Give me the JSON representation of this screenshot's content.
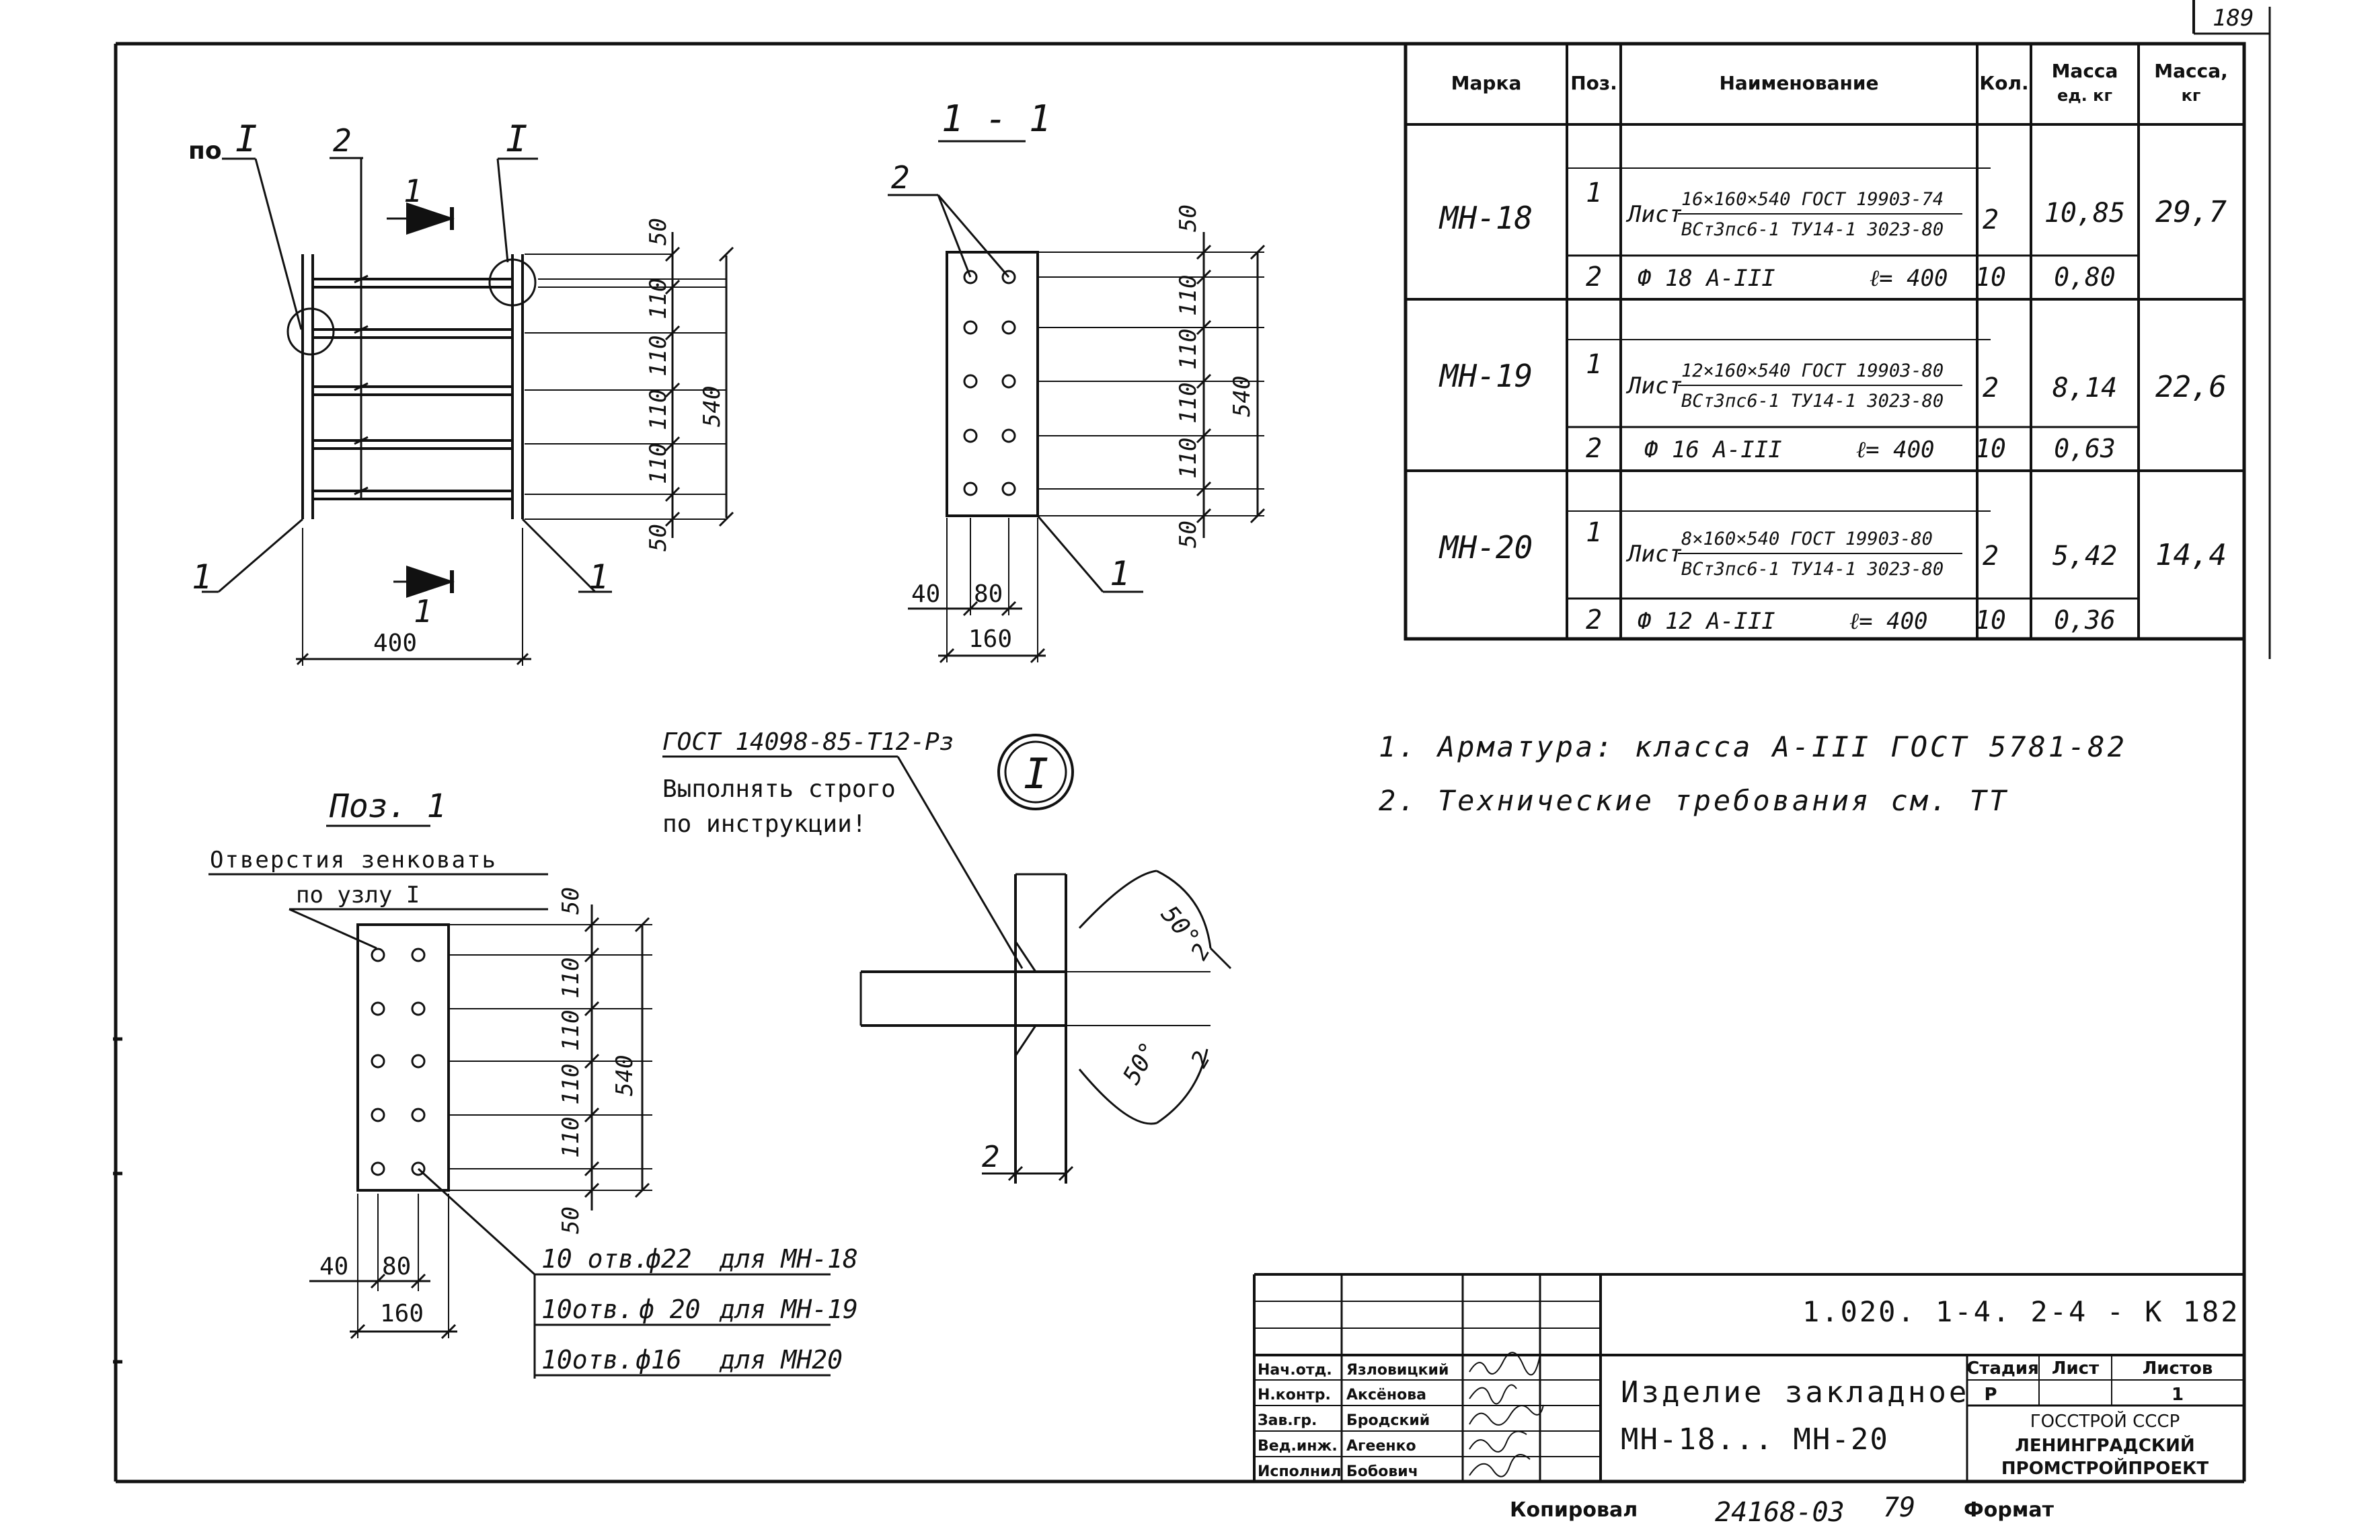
{
  "sheet_number": "189",
  "views": {
    "plan": {
      "callout_ref": "по",
      "callout_node": "I",
      "node_label": "I",
      "pos_label_top": "2",
      "section_mark": "1",
      "pos_label_left": "1",
      "pos_label_right": "1",
      "dims": [
        "50",
        "110",
        "110",
        "110",
        "110",
        "50"
      ],
      "dim_total": "540",
      "width": "400"
    },
    "section": {
      "title": "1 - 1",
      "pos_label_top": "2",
      "pos_label_bottom": "1",
      "dims": [
        "50",
        "110",
        "110",
        "110",
        "110",
        "50"
      ],
      "dim_total": "540",
      "edge": "40",
      "inner": "80",
      "width": "160"
    },
    "detail": {
      "weld_code": "ГОСТ 14098-85-Т12-Рз",
      "note_line1": "Выполнять строго",
      "note_line2": "по инструкции!",
      "node_symbol": "I",
      "angle_top": "50°",
      "angle_bottom": "50°",
      "gap_top": "2",
      "gap_bottom": "2",
      "pos_label": "2"
    },
    "pos1": {
      "title": "Поз. 1",
      "note_line1": "Отверстия зенковать",
      "note_line2": "по узлу I",
      "dims": [
        "50",
        "110",
        "110",
        "110",
        "110",
        "50"
      ],
      "dim_total": "540",
      "edge": "40",
      "inner": "80",
      "width": "160",
      "holes": [
        {
          "count": "10 отв.",
          "dia": "ф22",
          "for": "для МН-18"
        },
        {
          "count": "10отв.",
          "dia": "ф 20",
          "for": "для МН-19"
        },
        {
          "count": "10отв.",
          "dia": "ф16",
          "for": "для МН20"
        }
      ]
    }
  },
  "spec_table": {
    "headers": {
      "mark": "Марка",
      "pos": "Поз.",
      "name": "Наименование",
      "qty": "Кол.",
      "mass_unit_1": "Масса",
      "mass_unit_2": "ед. кг",
      "mass_1": "Масса,",
      "mass_2": "кг"
    },
    "groups": [
      {
        "mark": "МН-18",
        "total": "29,7",
        "rows": [
          {
            "pos": "1",
            "prefix": "Лист",
            "top": "16×160×540 ГОСТ 19903-74",
            "bottom": "ВСт3пс6-1 ТУ14-1 3023-80",
            "qty": "2",
            "mass": "10,85"
          },
          {
            "pos": "2",
            "name": "Ф 18 А-III",
            "length": "ℓ= 400",
            "qty": "10",
            "mass": "0,80"
          }
        ]
      },
      {
        "mark": "МН-19",
        "total": "22,6",
        "rows": [
          {
            "pos": "1",
            "prefix": "Лист",
            "top": "12×160×540 ГОСТ 19903-80",
            "bottom": "ВСт3пс6-1 ТУ14-1 3023-80",
            "qty": "2",
            "mass": "8,14"
          },
          {
            "pos": "2",
            "name": "Ф 16 А-III",
            "length": "ℓ= 400",
            "qty": "10",
            "mass": "0,63"
          }
        ]
      },
      {
        "mark": "МН-20",
        "total": "14,4",
        "rows": [
          {
            "pos": "1",
            "prefix": "Лист",
            "top": "8×160×540 ГОСТ 19903-80",
            "bottom": "ВСт3пс6-1 ТУ14-1 3023-80",
            "qty": "2",
            "mass": "5,42"
          },
          {
            "pos": "2",
            "name": "Ф 12 А-III",
            "length": "ℓ= 400",
            "qty": "10",
            "mass": "0,36"
          }
        ]
      }
    ]
  },
  "notes": [
    "1. Арматура: класса А-III ГОСТ 5781-82",
    "2. Технические требования см. ТТ"
  ],
  "title_block": {
    "doc_code": "1.020. 1-4. 2-4 - К 182",
    "roles": [
      "Нач.отд.",
      "Н.контр.",
      "Зав.гр.",
      "Вед.инж.",
      "Исполнил"
    ],
    "names": [
      "Язловицкий",
      "Аксёнова",
      "Бродский",
      "Агеенко",
      "Бобович"
    ],
    "title_line1": "Изделие закладное",
    "title_line2": "МН-18... МН-20",
    "stage_label": "Стадия",
    "sheet_label": "Лист",
    "sheets_label": "Листов",
    "stage": "Р",
    "sheets": "1",
    "org_line1": "ГОССТРОЙ СССР",
    "org_line2": "ЛЕНИНГРАДСКИЙ",
    "org_line3": "ПРОМСТРОЙПРОЕКТ"
  },
  "footer": {
    "copied": "Копировал",
    "number": "24168-03",
    "page": "79",
    "format": "Формат"
  }
}
